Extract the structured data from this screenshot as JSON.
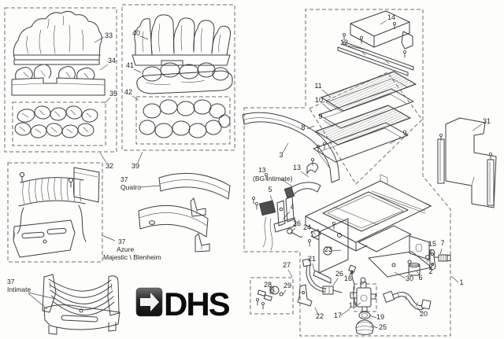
{
  "palette": {
    "background": "#fdfdfc",
    "line_ink": "#3f3f3f",
    "label_ink": "#262626",
    "dash_ink": "#6f6f6f",
    "logo_black": "#0c0c0c",
    "logo_icon_dark": "#1a1a1a",
    "logo_icon_light": "#6e6e6e",
    "logo_arrow": "#f2f2f2"
  },
  "logo": {
    "brand": "DHS",
    "icon": "right-arrow-icon"
  },
  "callouts": [
    "33",
    "34",
    "35",
    "32",
    "40",
    "41",
    "42",
    "39",
    "14",
    "12",
    "11",
    "10",
    "9",
    "8",
    "9",
    "3",
    "31",
    "13",
    "5",
    "4",
    "26",
    "24",
    "23",
    "21",
    "26",
    "16",
    "27",
    "28",
    "29",
    "22",
    "17",
    "18",
    "19",
    "25",
    "20",
    "30",
    "6",
    "2",
    "15",
    "7",
    "1"
  ],
  "named_labels": {
    "bg_intimate": {
      "line1": "13",
      "line2": "(BG Intimate)"
    },
    "quatro": {
      "line1": "37",
      "line2": "Quatro"
    },
    "azure": {
      "line1": "37",
      "line2": "Azure",
      "line3": "Majestic \\ Blenheim"
    },
    "intimate": {
      "line1": "37",
      "line2": "Intimate"
    }
  }
}
